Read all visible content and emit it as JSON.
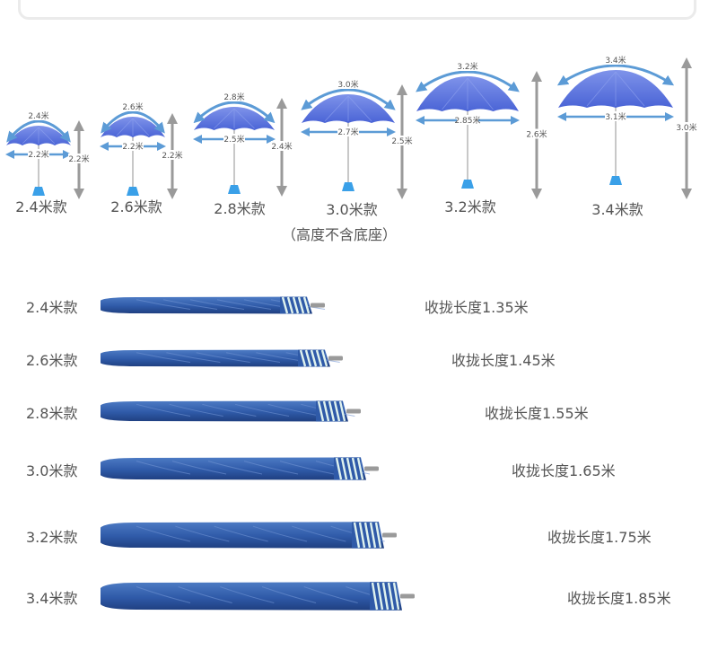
{
  "umbrellas": [
    {
      "model": "2.4米款",
      "arc": "2.4米",
      "span": "2.2米",
      "height": "2.2米"
    },
    {
      "model": "2.6米款",
      "arc": "2.6米",
      "span": "2.2米",
      "height": "2.2米"
    },
    {
      "model": "2.8米款",
      "arc": "2.8米",
      "span": "2.5米",
      "height": "2.4米"
    },
    {
      "model": "3.0米款",
      "arc": "3.0米",
      "span": "2.7米",
      "height": "2.5米"
    },
    {
      "model": "3.2米款",
      "arc": "3.2米",
      "span": "2.85米",
      "height": "2.6米"
    },
    {
      "model": "3.4米款",
      "arc": "3.4米",
      "span": "3.1米",
      "height": "3.0米"
    }
  ],
  "height_note": "（高度不含底座）",
  "folded": [
    {
      "model": "2.4米款",
      "length_label": "收拢长度1.35米",
      "length_m": 1.35
    },
    {
      "model": "2.6米款",
      "length_label": "收拢长度1.45米",
      "length_m": 1.45
    },
    {
      "model": "2.8米款",
      "length_label": "收拢长度1.55米",
      "length_m": 1.55
    },
    {
      "model": "3.0米款",
      "length_label": "收拢长度1.65米",
      "length_m": 1.65
    },
    {
      "model": "3.2米款",
      "length_label": "收拢长度1.75米",
      "length_m": 1.75
    },
    {
      "model": "3.4米款",
      "length_label": "收拢长度1.85米",
      "length_m": 1.85
    }
  ],
  "colors": {
    "canopy": "#4a64d6",
    "canopy_light": "#7f93ea",
    "measure_arrow": "#5c9bd6",
    "height_arrow": "#9a9a9a",
    "pole": "#c8c8c8",
    "base": "#3aa0e8",
    "folded_fabric": "#2f5aa8",
    "folded_highlight": "#4d7bc4",
    "tip_stripes": "#dff2ee",
    "text": "#555555"
  }
}
